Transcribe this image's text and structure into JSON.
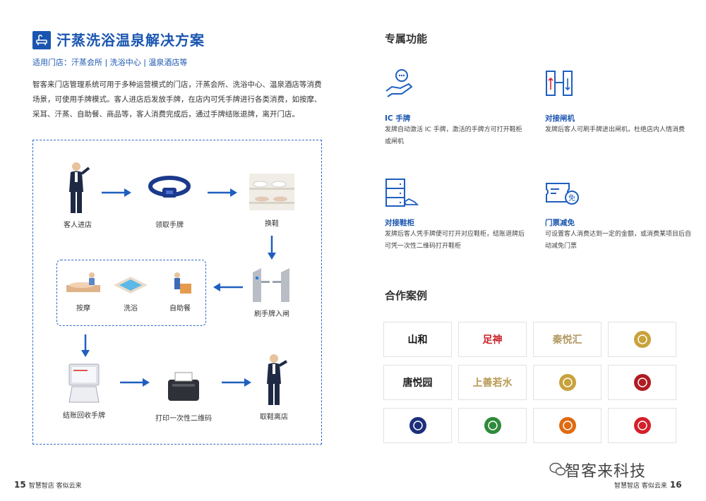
{
  "left": {
    "title": "汗蒸洗浴温泉解决方案",
    "subtitle": "适用门店：汗蒸会所 | 洗浴中心 | 温泉酒店等",
    "intro": "智客来门店管理系统可用于多种运营模式的门店，汗蒸会所、洗浴中心、温泉酒店等消费场景，可使用手牌模式。客人进店后发放手牌，在店内可凭手牌进行各类消费，如按摩、采耳、汗蒸、自助餐、商品等，客人消费完成后，通过手牌结账退牌，离开门店。",
    "flow": {
      "enter": "客人进店",
      "wristband": "领取手牌",
      "shoes": "换鞋",
      "gate": "刷手牌入闸",
      "massage": "按摩",
      "bath": "洗浴",
      "buffet": "自助餐",
      "checkout": "结账回收手牌",
      "print": "打印一次性二维码",
      "leave": "取鞋离店"
    }
  },
  "right": {
    "features_title": "专属功能",
    "features": [
      {
        "title": "IC 手牌",
        "desc": "发牌自动激活 IC 手牌，激活的手牌方可打开鞋柜或闸机"
      },
      {
        "title": "对接闸机",
        "desc": "发牌后客人可刷手牌进出闸机，杜绝店内人情消费"
      },
      {
        "title": "对接鞋柜",
        "desc": "发牌后客人凭手牌便可打开对应鞋柜，结账退牌后可凭一次性二维码打开鞋柜"
      },
      {
        "title": "门票减免",
        "desc": "可设置客人消费达到一定的金额，或消费某项目后自动减免门票"
      }
    ],
    "ticket_badge": "免",
    "cases_title": "合作案例",
    "logos": [
      {
        "text": "山和",
        "color": "#111111"
      },
      {
        "text": "足神",
        "color": "#c8202a"
      },
      {
        "text": "秦悦汇",
        "color": "#b39a63"
      },
      {
        "text": "",
        "color": "#c9a23c"
      },
      {
        "text": "唐悦园",
        "color": "#222222"
      },
      {
        "text": "上善若水",
        "color": "#b89a55"
      },
      {
        "text": "",
        "color": "#c9a23c"
      },
      {
        "text": "",
        "color": "#b01c22"
      },
      {
        "text": "",
        "color": "#1b2f7a"
      },
      {
        "text": "",
        "color": "#2f8a3a"
      },
      {
        "text": "",
        "color": "#e06a10"
      },
      {
        "text": "",
        "color": "#d4202a"
      }
    ]
  },
  "footer": {
    "left_num": "15",
    "left_text": "智慧智店  客似云来",
    "right_text": "智慧智店  客似云来",
    "right_num": "16",
    "wechat": "智客来科技"
  },
  "colors": {
    "brand": "#1a56b0",
    "arrow": "#1f5fbf"
  }
}
